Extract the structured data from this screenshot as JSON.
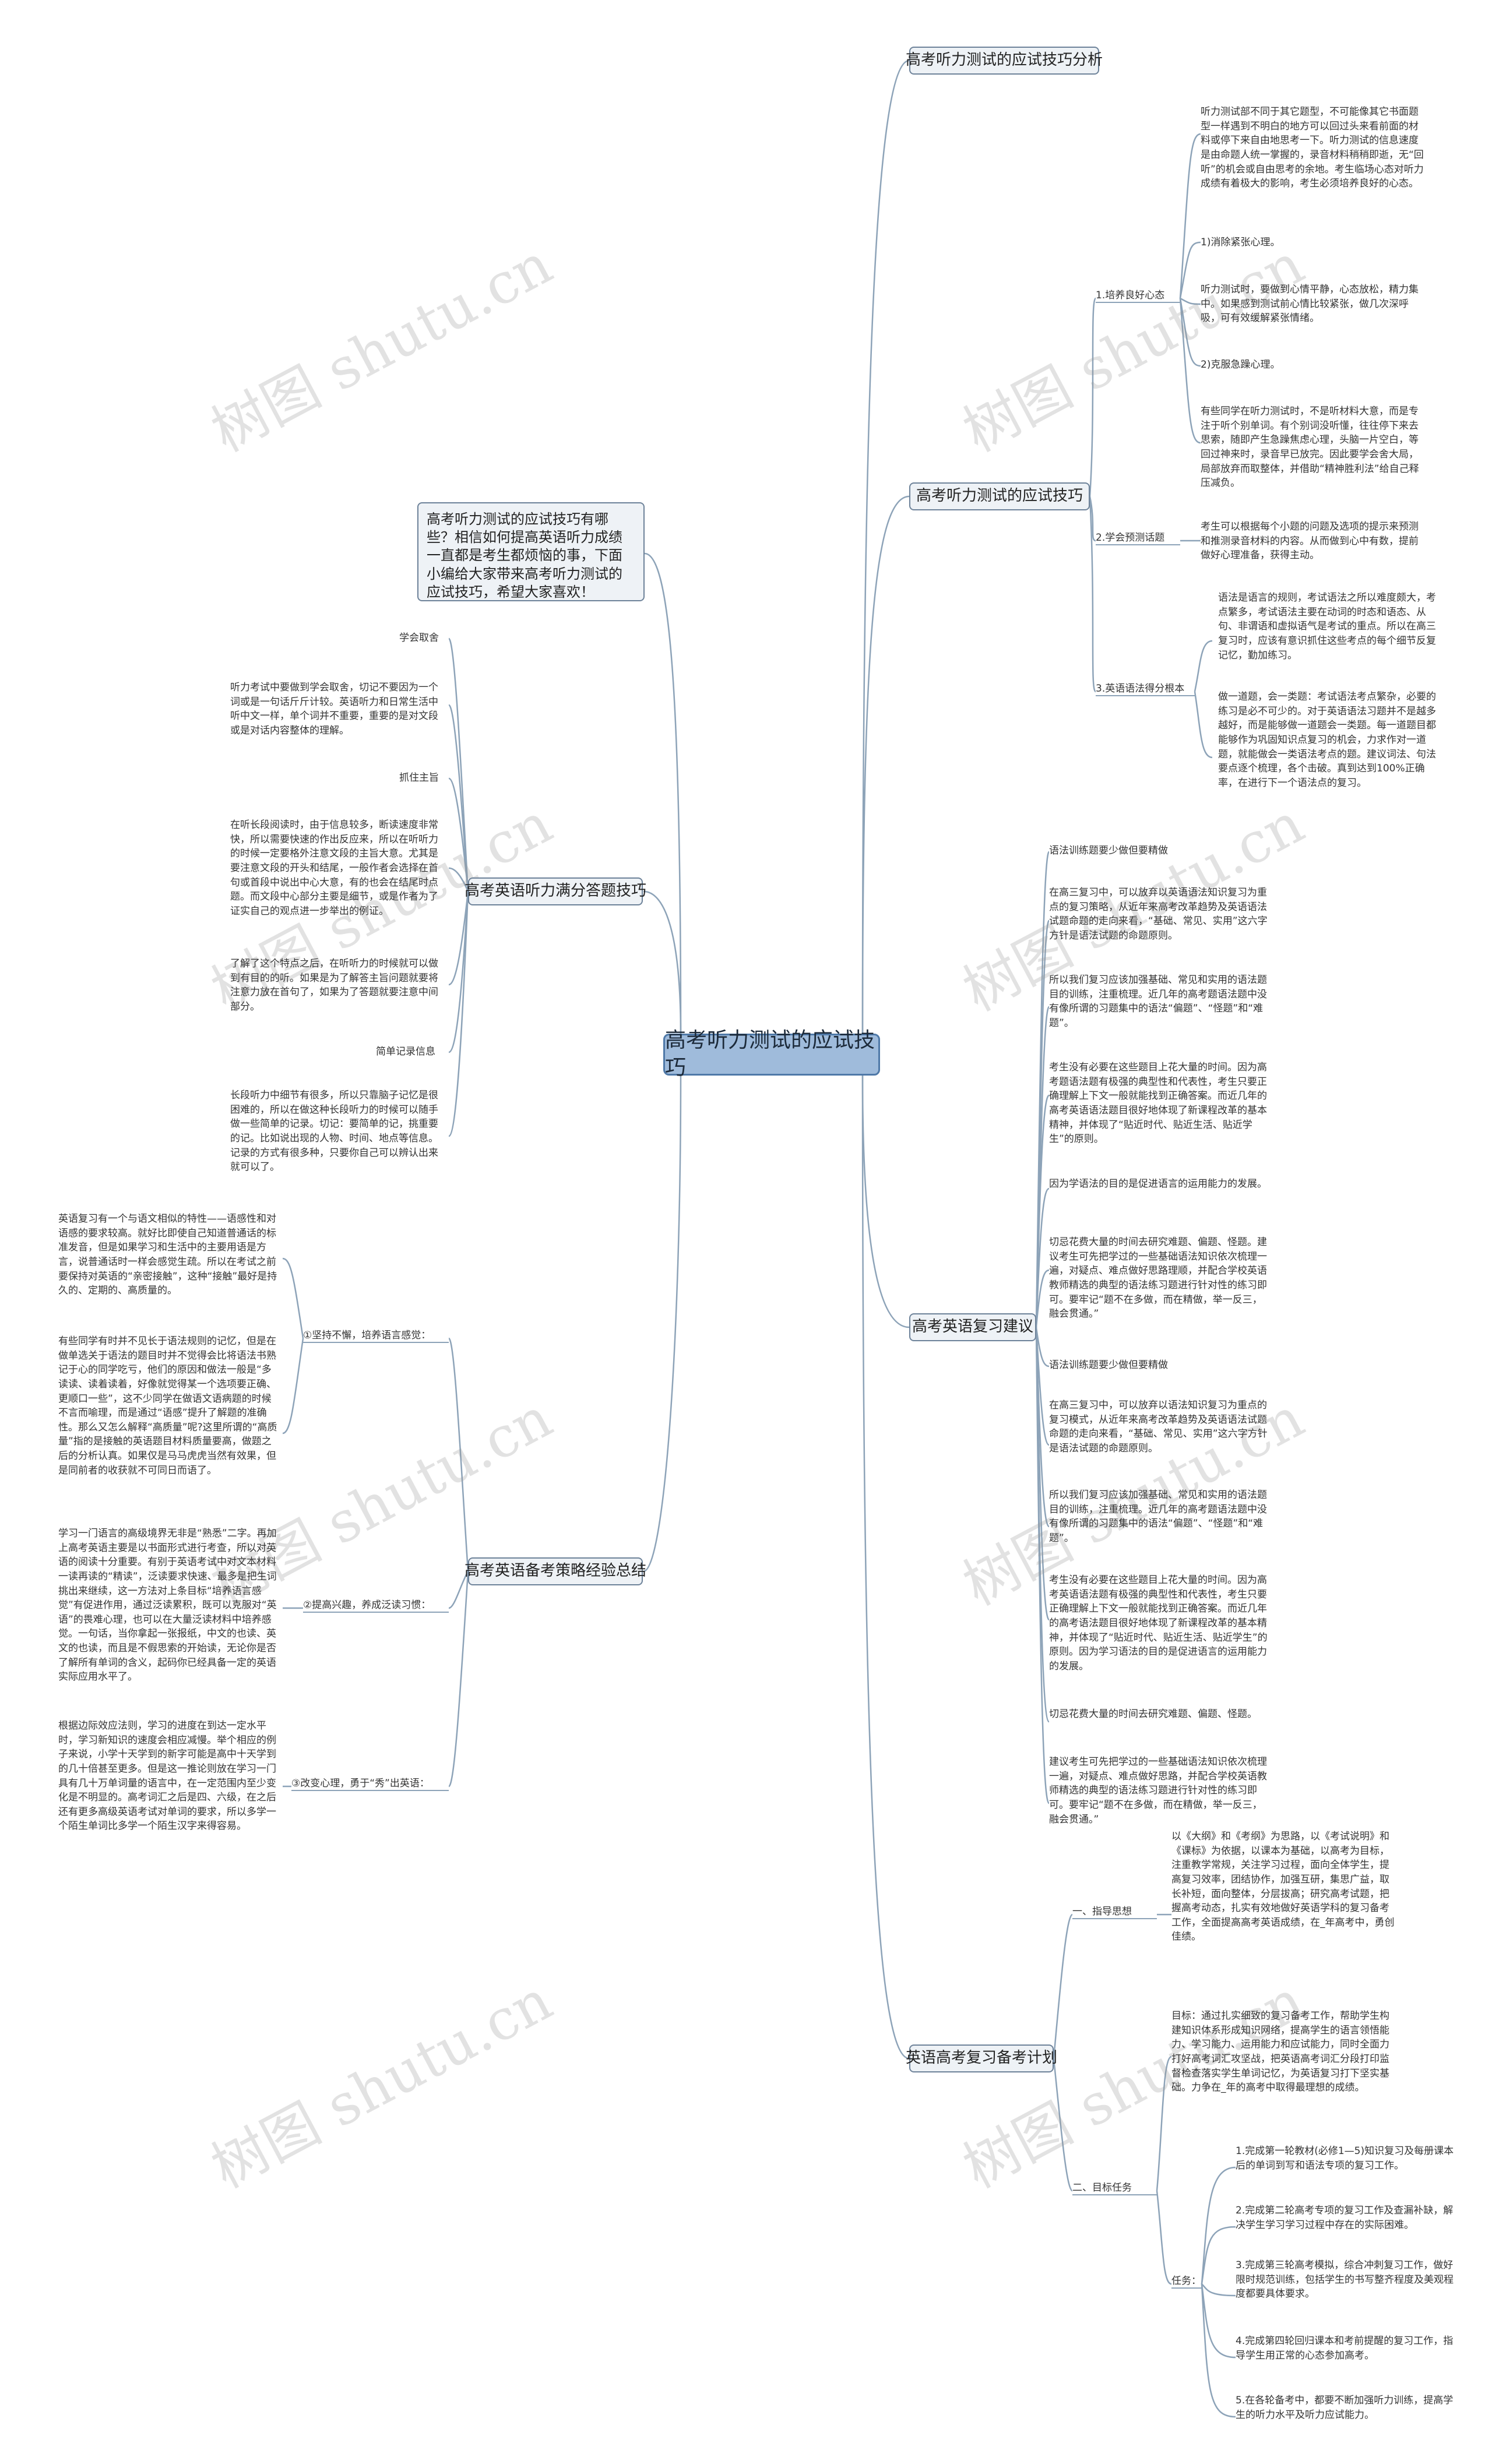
{
  "root": "高考听力测试的应试技巧",
  "intro": "高考听力测试的应试技巧有哪些？相信如何提高英语听力成绩一直都是考生都烦恼的事，下面小编给大家带来高考听力测试的应试技巧，希望大家喜欢！",
  "watermark": "树图 shutu.cn",
  "b1": {
    "title": "高考听力测试的应试技巧分析"
  },
  "b2": {
    "title": "高考听力测试的应试技巧",
    "s1": "1.培养良好心态",
    "s1_items": [
      "听力测试部不同于其它题型，不可能像其它书面题型一样遇到不明白的地方可以回过头来看前面的材料或停下来自由地思考一下。听力测试的信息速度是由命题人统一掌握的，录音材料稍稍即逝，无“回听”的机会或自由思考的余地。考生临场心态对听力成绩有着极大的影响，考生必须培养良好的心态。",
      "1)消除紧张心理。",
      "听力测试时，要做到心情平静，心态放松，精力集中。如果感到测试前心情比较紧张，做几次深呼吸，可有效缓解紧张情绪。",
      "2)克服急躁心理。",
      "有些同学在听力测试时，不是听材料大意，而是专注于听个别单词。有个别词没听懂，往往停下来去思索，随即产生急躁焦虑心理，头脑一片空白，等回过神来时，录音早已放完。因此要学会舍大局，局部放弃而取整体，并借助“精神胜利法”给自己释压减负。"
    ],
    "s2": "2.学会预测话题",
    "s2_item": "考生可以根据每个小题的问题及选项的提示来预测和推测录音材料的内容。从而做到心中有数，提前做好心理准备，获得主动。",
    "s3": "3.英语语法得分根本",
    "s3_items": [
      "语法是语言的规则，考试语法之所以难度颇大，考点繁多，考试语法主要在动词的时态和语态、从句、非谓语和虚拟语气是考试的重点。所以在高三复习时，应该有意识抓住这些考点的每个细节反复记忆，勤加练习。",
      "做一道题，会一类题：考试语法考点繁杂，必要的练习是必不可少的。对于英语语法习题并不是越多越好，而是能够做一道题会一类题。每一道题目都能够作为巩固知识点复习的机会，力求作对一道题，就能做会一类语法考点的题。建议词法、句法要点逐个梳理，各个击破。真到达到100%正确率，在进行下一个语法点的复习。"
    ]
  },
  "b3": {
    "title": "高考英语复习建议",
    "items": [
      "语法训练题要少做但要精做",
      "在高三复习中，可以放弃以英语语法知识复习为重点的复习策略，从近年来高考改革趋势及英语语法试题命题的走向来看，“基础、常见、实用”这六字方针是语法试题的命题原则。",
      "所以我们复习应该加强基础、常见和实用的语法题目的训练，注重梳理。近几年的高考题语法题中没有像所谓的习题集中的语法“偏题”、“怪题”和“难题”。",
      "考生没有必要在这些题目上花大量的时间。因为高考题语法题有极强的典型性和代表性，考生只要正确理解上下文一般就能找到正确答案。而近几年的高考英语语法题目很好地体现了新课程改革的基本精神，并体现了“贴近时代、贴近生活、贴近学生”的原则。",
      "因为学语法的目的是促进语言的运用能力的发展。",
      "切忌花费大量的时间去研究难题、偏题、怪题。建议考生可先把学过的一些基础语法知识依次梳理一遍，对疑点、难点做好思路理顺，并配合学校英语教师精选的典型的语法练习题进行针对性的练习即可。要牢记“题不在多做，而在精做，举一反三，融会贯通。”",
      "语法训练题要少做但要精做",
      "在高三复习中，可以放弃以语法知识复习为重点的复习模式，从近年来高考改革趋势及英语语法试题命题的走向来看，“基础、常见、实用”这六字方针是语法试题的命题原则。",
      "所以我们复习应该加强基础、常见和实用的语法题目的训练，注重梳理。近几年的高考题语法题中没有像所谓的习题集中的语法“偏题”、“怪题”和“难题”。",
      "考生没有必要在这些题目上花大量的时间。因为高考英语语法题有极强的典型性和代表性，考生只要正确理解上下文一般就能找到正确答案。而近几年的高考语法题目很好地体现了新课程改革的基本精神，并体现了“贴近时代、贴近生活、贴近学生”的原则。因为学习语法的目的是促进语言的运用能力的发展。",
      "切忌花费大量的时间去研究难题、偏题、怪题。",
      "建议考生可先把学过的一些基础语法知识依次梳理一遍，对疑点、难点做好思路，并配合学校英语教师精选的典型的语法练习题进行针对性的练习即可。要牢记“题不在多做，而在精做，举一反三，融会贯通。”"
    ]
  },
  "b4": {
    "title": "英语高考复习备考计划",
    "s1": "一、指导思想",
    "s1_item": "以《大纲》和《考纲》为思路，以《考试说明》和《课标》为依据，以课本为基础，以高考为目标，注重教学常规，关注学习过程，面向全体学生，提高复习效率，团结协作，加强互研，集思广益，取长补短，面向整体，分层拔高；研究高考试题，把握高考动态，扎实有效地做好英语学科的复习备考工作，全面提高高考英语成绩，在_年高考中，勇创佳绩。",
    "s2": "二、目标任务",
    "s2_item": "目标：通过扎实细致的复习备考工作，帮助学生构建知识体系形成知识网络，提高学生的语言领悟能力、学习能力、运用能力和应试能力，同时全面力打好高考词汇攻坚战，把英语高考词汇分段打印监督检查落实学生单词记忆，为英语复习打下坚实基础。力争在_年的高考中取得最理想的成绩。",
    "tasks_label": "任务：",
    "tasks": [
      "1.完成第一轮教材(必修1—5)知识复习及每册课本后的单词到写和语法专项的复习工作。",
      "2.完成第二轮高考专项的复习工作及查漏补缺，解决学生学习学习过程中存在的实际困难。",
      "3.完成第三轮高考模拟，综合冲刺复习工作，做好限时规范训练，包括学生的书写整齐程度及美观程度都要具体要求。",
      "4.完成第四轮回归课本和考前提醒的复习工作，指导学生用正常的心态参加高考。",
      "5.在各轮备考中，都要不断加强听力训练，提高学生的听力水平及听力应试能力。"
    ]
  },
  "b5": {
    "title": "高考英语听力满分答题技巧",
    "items": [
      "学会取舍",
      "听力考试中要做到学会取舍，切记不要因为一个词或是一句话斤斤计较。英语听力和日常生活中听中文一样，单个词并不重要，重要的是对文段或是对话内容整体的理解。",
      "抓住主旨",
      "在听长段阅读时，由于信息较多，断读速度非常快，所以需要快速的作出反应来，所以在听听力的时候一定要格外注意文段的主旨大意。尤其是要注意文段的开头和结尾，一般作者会选择在首句或首段中说出中心大意，有的也会在结尾时点题。而文段中心部分主要是细节，或是作者为了证实自己的观点进一步举出的例证。",
      "了解了这个特点之后，在听听力的时候就可以做到有目的的听。如果是为了解答主旨问题就要将注意力放在首句了，如果为了答题就要注意中间部分。",
      "简单记录信息",
      "长段听力中细节有很多，所以只靠脑子记忆是很困难的，所以在做这种长段听力的时候可以随手做一些简单的记录。切记：要简单的记，挑重要的记。比如说出现的人物、时间、地点等信息。记录的方式有很多种，只要你自己可以辨认出来就可以了。"
    ]
  },
  "b6": {
    "title": "高考英语备考策略经验总结",
    "s1": "①坚持不懈，培养语言感觉：",
    "s1_items": [
      "英语复习有一个与语文相似的特性——语感性和对语感的要求较高。就好比即使自己知道普通话的标准发音，但是如果学习和生活中的主要用语是方言，说普通话时一样会感觉生疏。所以在考试之前要保持对英语的“亲密接触”，这种“接触”最好是持久的、定期的、高质量的。",
      "有些同学有时并不见长于语法规则的记忆，但是在做单选关于语法的题目时并不觉得会比将语法书熟记于心的同学吃亏，他们的原因和做法一般是“多读读、读着读着，好像就觉得某一个选项要正确、更顺口一些”，这不少同学在做语文语病题的时候不言而喻理，而是通过“语感”提升了解题的准确性。那么又怎么解释“高质量”呢?这里所谓的“高质量”指的是接触的英语题目材料质量要高，做题之后的分析认真。如果仅是马马虎虎当然有效果，但是同前者的收获就不可同日而语了。"
    ],
    "s2": "②提高兴趣，养成泛读习惯：",
    "s2_item": "学习一门语言的高级境界无非是“熟悉”二字。再加上高考英语主要是以书面形式进行考查，所以对英语的阅读十分重要。有别于英语考试中对文本材料一读再读的“精读”，泛读要求快速、最多是把生词挑出来继续，这一方法对上条目标“培养语言感觉”有促进作用，通过泛读累积，既可以克服对“英语”的畏难心理，也可以在大量泛读材料中培养感觉。一句话，当你拿起一张报纸，中文的也读、英文的也读，而且是不假思索的开始读，无论你是否了解所有单词的含义，起码你已经具备一定的英语实际应用水平了。",
    "s3": "③改变心理，勇于“秀”出英语：",
    "s3_item": "根据边际效应法则，学习的进度在到达一定水平时，学习新知识的速度会相应减慢。举个相应的例子来说，小学十天学到的新字可能是高中十天学到的几十倍甚至更多。但是这一推论则放在学习一门具有几十万单词量的语言中，在一定范围内至少变化是不明显的。高考词汇之后是四、六级，在之后还有更多高级英语考试对单词的要求，所以多学一个陌生单词比多学一个陌生汉字来得容易。"
  }
}
